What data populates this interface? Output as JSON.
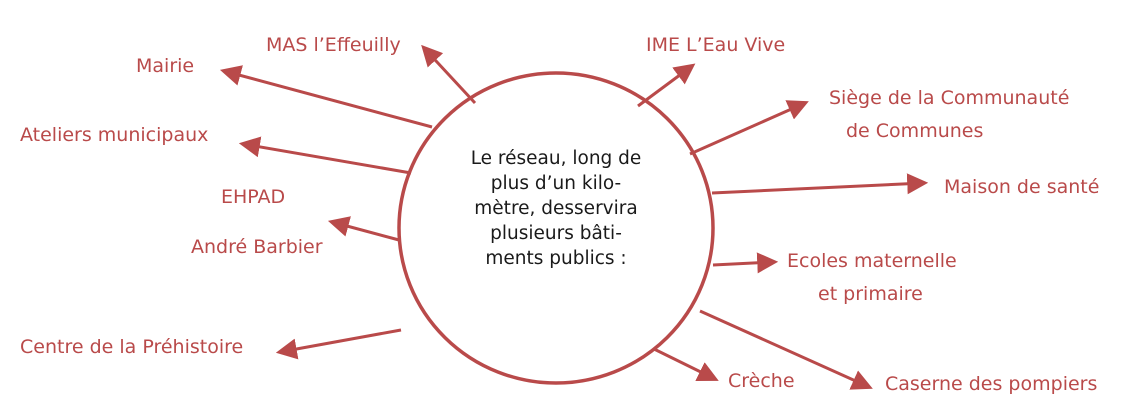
{
  "center": {
    "lines": [
      "Le réseau, long de",
      "plus d’un kilo-",
      "mètre, desservira",
      "plusieurs bâti-",
      "ments publics :"
    ]
  },
  "buildings": {
    "mas": "MAS l’Effeuilly",
    "ime": "IME L’Eau Vive",
    "mairie": "Mairie",
    "siege_line1": "Siège de la Communauté",
    "siege_line2": "de Communes",
    "ateliers": "Ateliers municipaux",
    "maison_sante": "Maison de santé",
    "ehpad_line1": "EHPAD",
    "ehpad_line2": "André Barbier",
    "ecoles_line1": "Ecoles maternelle",
    "ecoles_line2": "et primaire",
    "prehistoire": "Centre de la Préhistoire",
    "creche": "Crèche",
    "caserne": "Caserne des pompiers"
  },
  "colors": {
    "accent": "#b94a4a",
    "circle_outline": "#b94a4a",
    "center_text": "#1a1a1a"
  }
}
